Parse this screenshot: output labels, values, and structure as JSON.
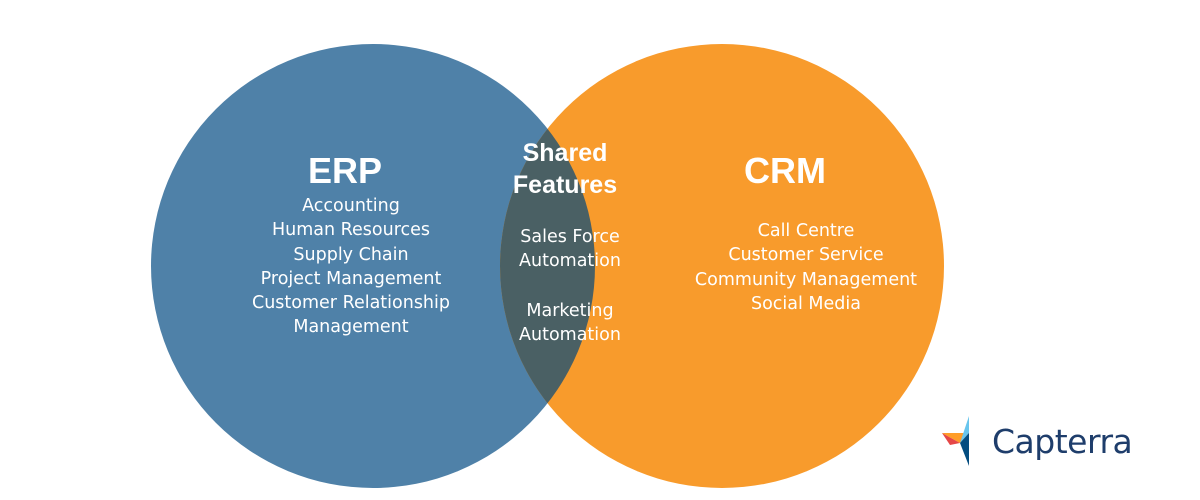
{
  "colors": {
    "erp": "#4f81a8",
    "crm": "#f89b2c",
    "overlap": "#4a6064",
    "text": "#ffffff",
    "brand": "#1e3d6b"
  },
  "erp": {
    "title": "ERP",
    "items": [
      "Accounting",
      "Human Resources",
      "Supply Chain",
      "Project Management",
      "Customer Relationship",
      "Management"
    ]
  },
  "shared": {
    "title_lines": [
      "Shared",
      "Features"
    ],
    "items": [
      "Sales Force",
      "Automation",
      "Marketing",
      "Automation"
    ]
  },
  "crm": {
    "title": "CRM",
    "items": [
      "Call Centre",
      "Customer Service",
      "Community Management",
      "Social Media"
    ]
  },
  "logo": {
    "text": "Capterra",
    "icon": "capterra-arrow-icon"
  }
}
